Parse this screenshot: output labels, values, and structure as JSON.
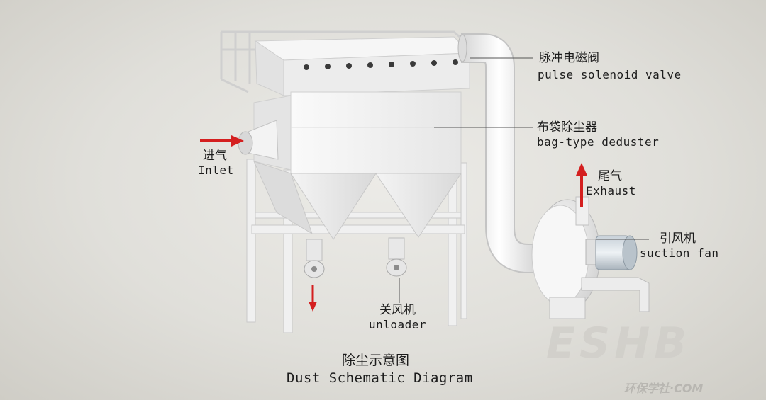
{
  "labels": {
    "pulse_valve_cn": "脉冲电磁阀",
    "pulse_valve_en": "pulse solenoid valve",
    "deduster_cn": "布袋除尘器",
    "deduster_en": "bag-type deduster",
    "exhaust_cn": "尾气",
    "exhaust_en": "Exhaust",
    "inlet_cn": "进气",
    "inlet_en": "Inlet",
    "fan_cn": "引风机",
    "fan_en": "suction fan",
    "unloader_cn": "关风机",
    "unloader_en": "unloader"
  },
  "caption": {
    "cn": "除尘示意图",
    "en": "Dust Schematic Diagram"
  },
  "watermark": {
    "logo": "ESHB",
    "sub": "环保学社·COM"
  },
  "colors": {
    "arrow": "#d41f1f",
    "equipment": "#f2f2f2",
    "background": "#e4e3de"
  }
}
